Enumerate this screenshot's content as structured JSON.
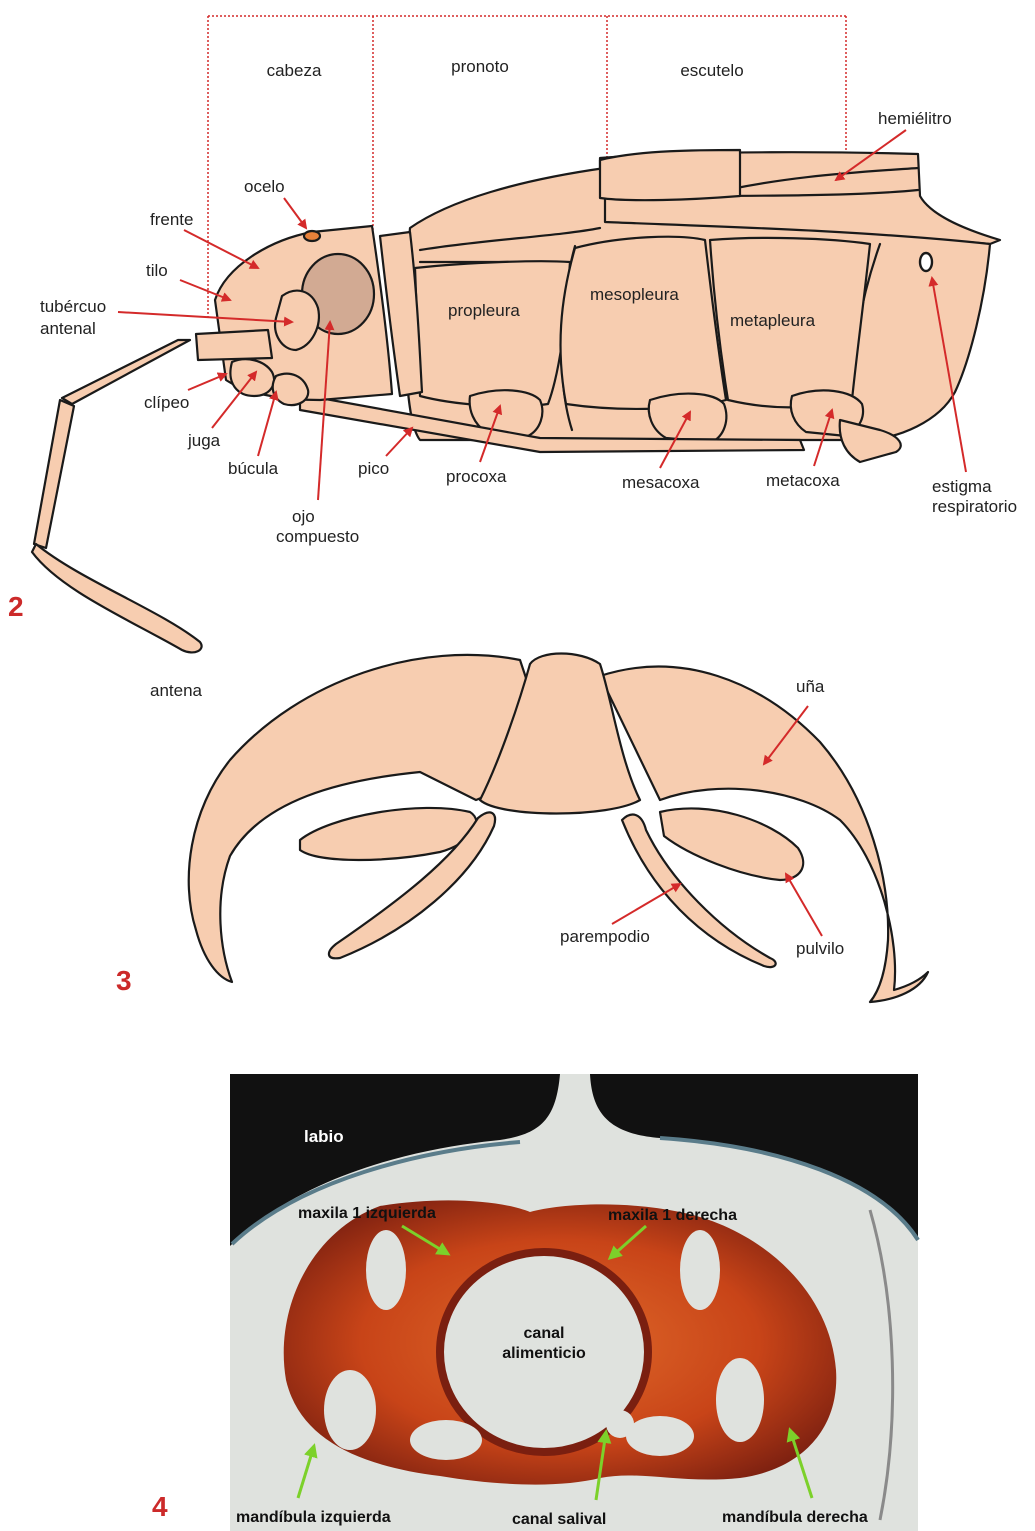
{
  "colors": {
    "body_fill": "#f7cdb0",
    "outline": "#1a1a1a",
    "arrow_red": "#d42a2a",
    "arrow_green": "#7cd12a",
    "figure_number": "#cc2a2a",
    "photo_background": "#dfe2de",
    "photo_dark": "#111111",
    "tissue_orange": "#d9541c",
    "tissue_dark": "#7a1f10"
  },
  "figure2": {
    "number": "2",
    "regions": {
      "cabeza": "cabeza",
      "pronoto": "pronoto",
      "escutelo": "escutelo"
    },
    "labels": {
      "hemielitro": "hemiélitro",
      "ocelo": "ocelo",
      "frente": "frente",
      "tilo": "tilo",
      "tuberculo_l1": "tubércuo",
      "tuberculo_l2": "antenal",
      "clipeo": "clípeo",
      "juga": "juga",
      "bucula": "búcula",
      "ojo_l1": "ojo",
      "ojo_l2": "compuesto",
      "pico": "pico",
      "procoxa": "procoxa",
      "propleura": "propleura",
      "mesopleura": "mesopleura",
      "metapleura": "metapleura",
      "mesacoxa": "mesacoxa",
      "metacoxa": "metacoxa",
      "estigma_l1": "estigma",
      "estigma_l2": "respiratorio",
      "antena": "antena"
    }
  },
  "figure3": {
    "number": "3",
    "labels": {
      "una": "uña",
      "parempodio": "parempodio",
      "pulvilo": "pulvilo"
    }
  },
  "figure4": {
    "number": "4",
    "labels": {
      "labio": "labio",
      "maxila_izq": "maxila 1 izquierda",
      "maxila_der": "maxila 1 derecha",
      "canal_ali_l1": "canal",
      "canal_ali_l2": "alimenticio",
      "mandibula_izq": "mandíbula izquierda",
      "canal_salival": "canal salival",
      "mandibula_der": "mandíbula derecha"
    }
  }
}
